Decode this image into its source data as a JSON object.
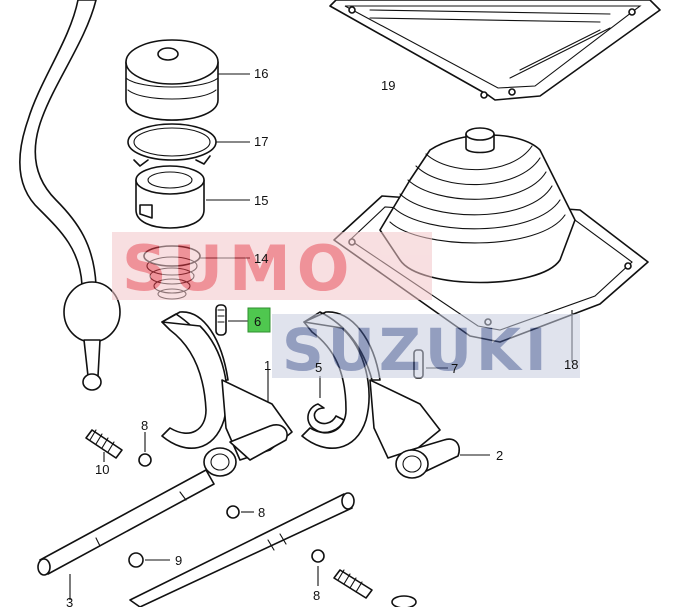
{
  "diagram": {
    "watermark": {
      "line1": "SUMO",
      "line2": "SUZUKI",
      "color_line1": "#e23a46",
      "color_line2": "#3c4f8c",
      "opacity": 0.55
    },
    "highlight_color": "#4fc74f",
    "parts": [
      {
        "id": "p1",
        "label": "1"
      },
      {
        "id": "p2",
        "label": "2"
      },
      {
        "id": "p3",
        "label": "3"
      },
      {
        "id": "p5",
        "label": "5"
      },
      {
        "id": "p6",
        "label": "6",
        "highlighted": true
      },
      {
        "id": "p7",
        "label": "7"
      },
      {
        "id": "p8a",
        "label": "8"
      },
      {
        "id": "p8b",
        "label": "8"
      },
      {
        "id": "p8c",
        "label": "8"
      },
      {
        "id": "p9",
        "label": "9"
      },
      {
        "id": "p10",
        "label": "10"
      },
      {
        "id": "p14",
        "label": "14"
      },
      {
        "id": "p15",
        "label": "15"
      },
      {
        "id": "p16",
        "label": "16"
      },
      {
        "id": "p17",
        "label": "17"
      },
      {
        "id": "p18",
        "label": "18"
      },
      {
        "id": "p19",
        "label": "19"
      }
    ]
  }
}
